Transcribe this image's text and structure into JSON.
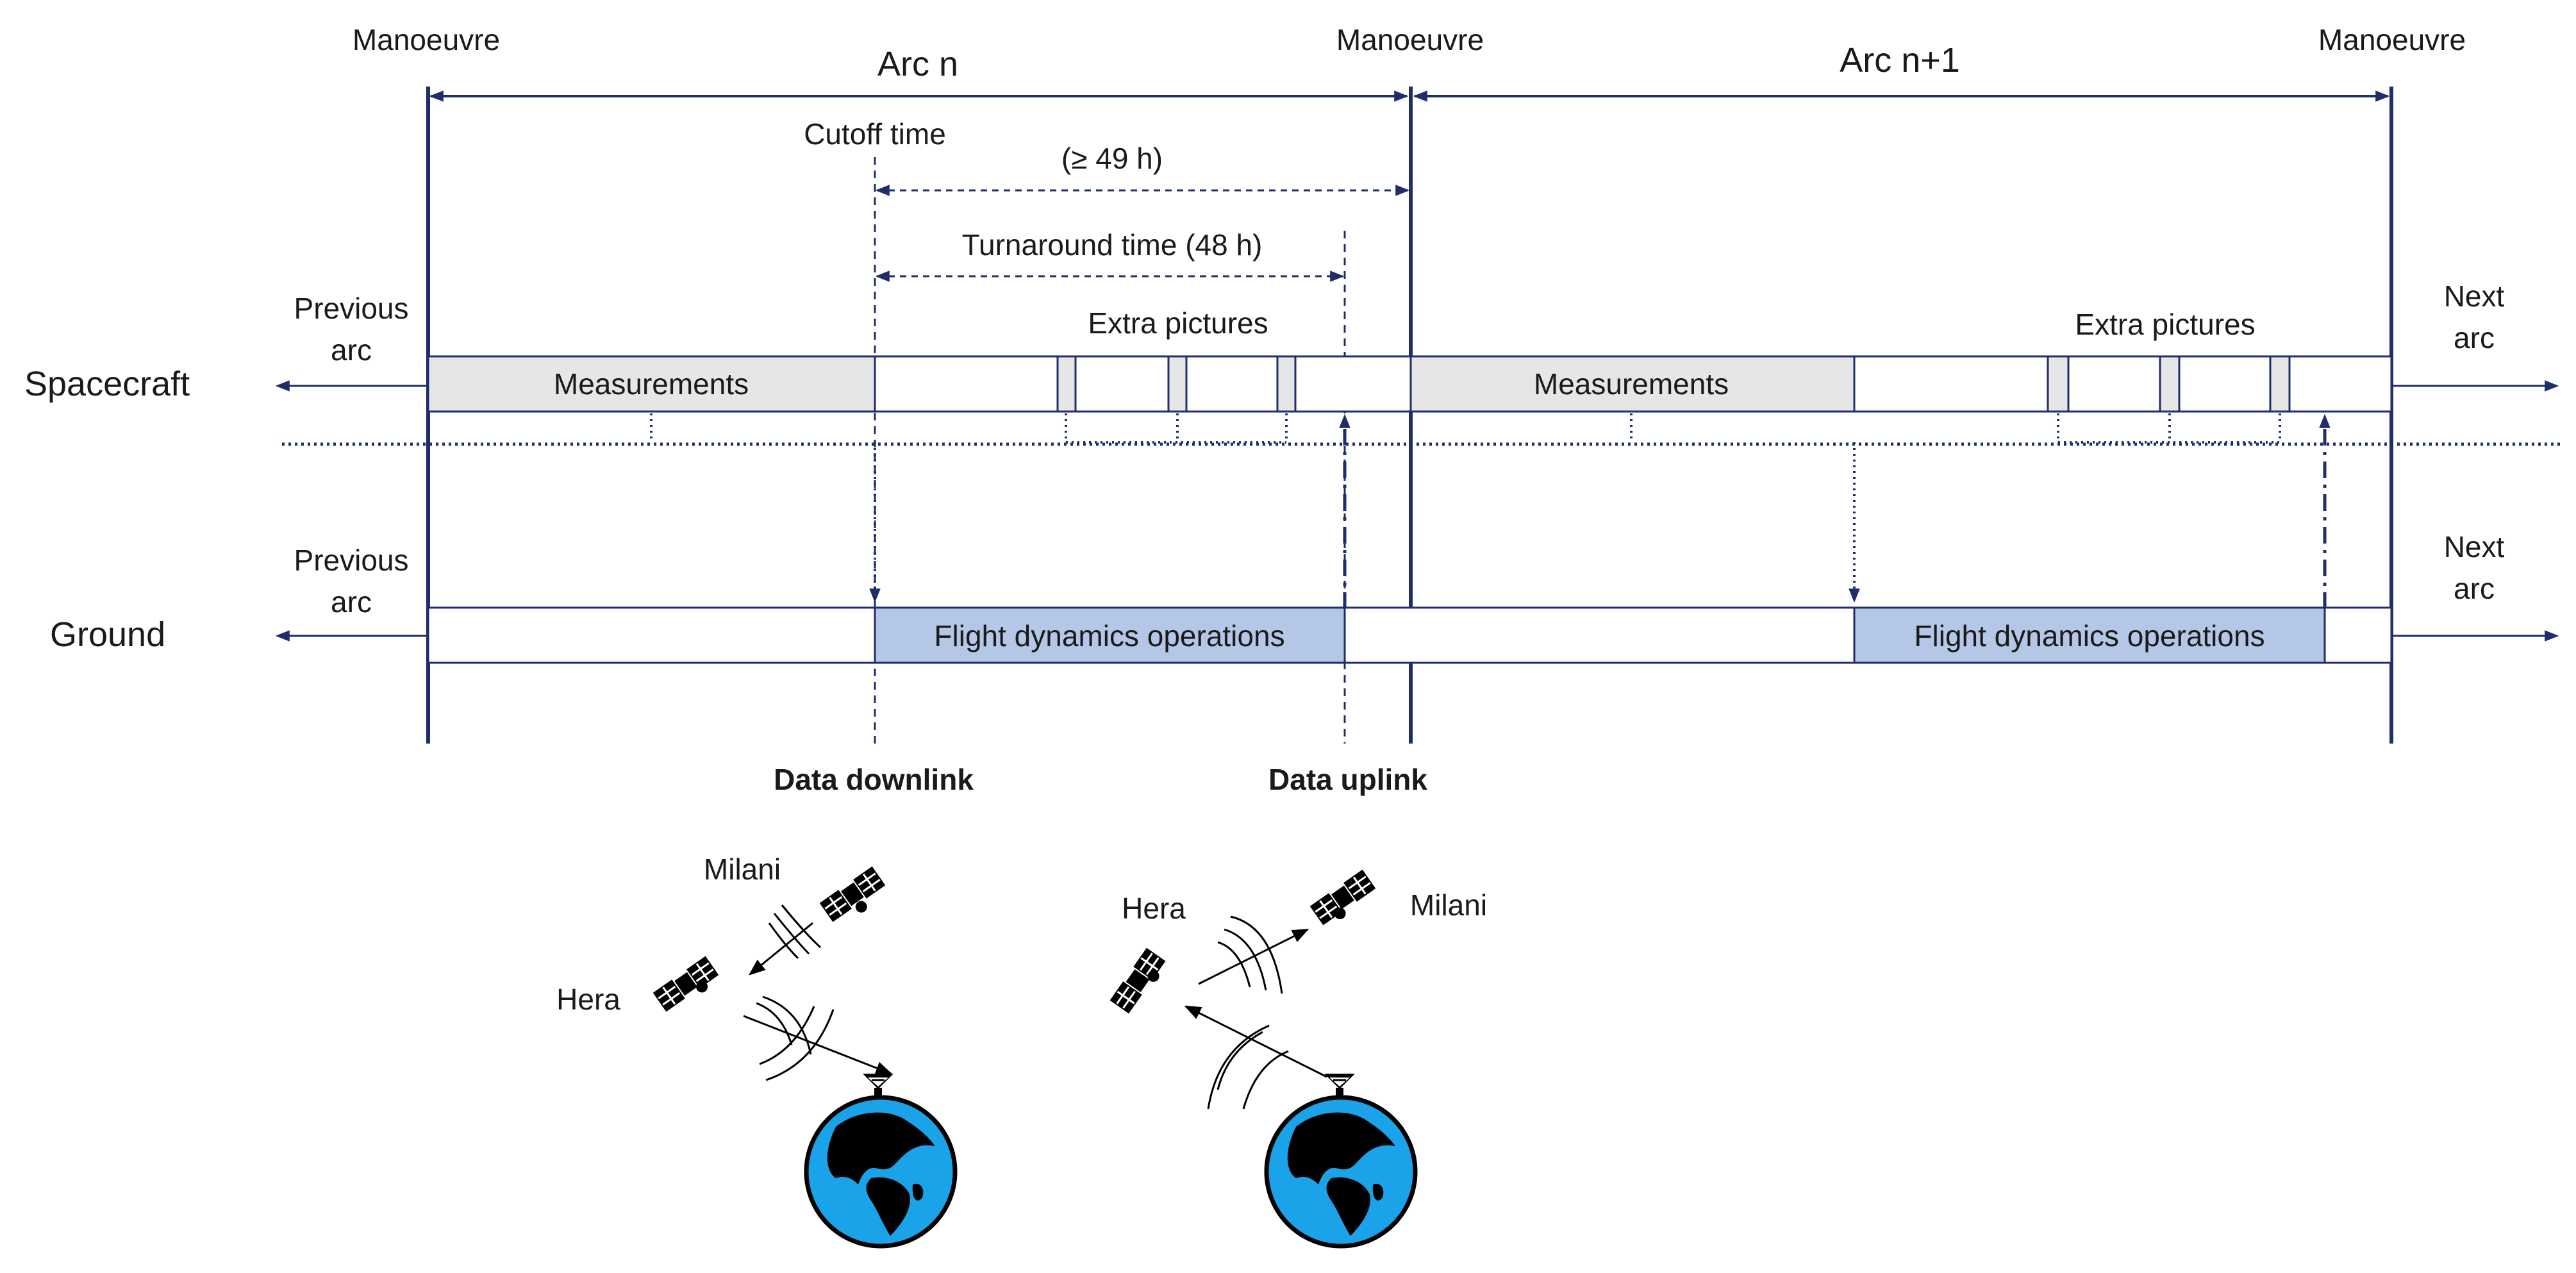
{
  "labels": {
    "manoeuvre_left": "Manoeuvre",
    "manoeuvre_mid": "Manoeuvre",
    "manoeuvre_right": "Manoeuvre",
    "arc_n": "Arc n",
    "arc_n1": "Arc n+1",
    "cutoff_time": "Cutoff time",
    "ge49h": "(≥ 49 h)",
    "turnaround": "Turnaround time (48 h)",
    "extra_pictures_1": "Extra pictures",
    "extra_pictures_2": "Extra pictures",
    "prev_arc_sc_1": "Previous",
    "prev_arc_sc_2": "arc",
    "next_arc_sc_1": "Next",
    "next_arc_sc_2": "arc",
    "prev_arc_gr_1": "Previous",
    "prev_arc_gr_2": "arc",
    "next_arc_gr_1": "Next",
    "next_arc_gr_2": "arc",
    "spacecraft": "Spacecraft",
    "ground": "Ground",
    "measurements_1": "Measurements",
    "measurements_2": "Measurements",
    "fdo_1": "Flight dynamics operations",
    "fdo_2": "Flight dynamics operations",
    "data_downlink": "Data downlink",
    "data_uplink": "Data uplink",
    "milani_1": "Milani",
    "hera_1": "Hera",
    "milani_2": "Milani",
    "hera_2": "Hera"
  },
  "colors": {
    "line": "#1f2d6b",
    "measurement_fill": "#e6e6e6",
    "measurement_stroke": "#1f2d6b",
    "fdo_fill": "#b4c7e7",
    "extra_fill": "#e6e6e6",
    "earth_ocean": "#1aa3e8",
    "earth_land": "#000000"
  },
  "icons": [
    "satellite-icon",
    "ground-antenna-icon",
    "earth-globe-icon",
    "signal-waves-icon"
  ]
}
